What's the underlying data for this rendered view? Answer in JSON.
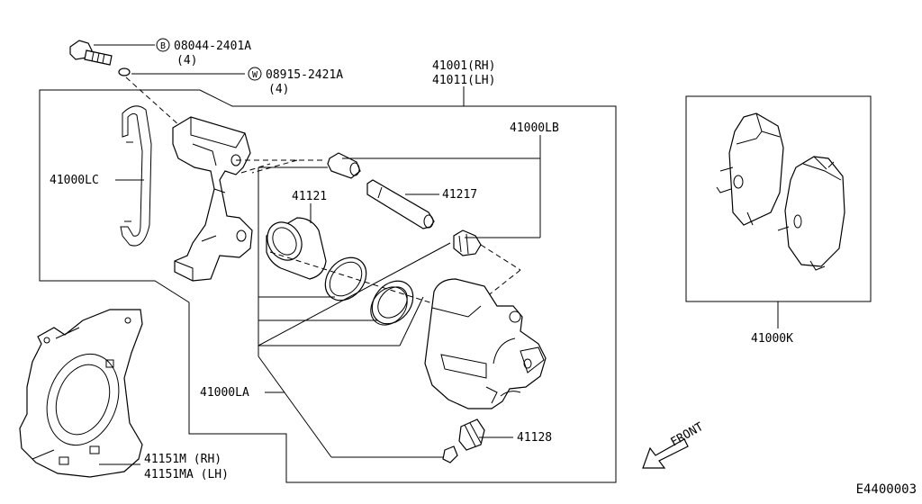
{
  "callouts": {
    "bolt_code": "08044-2401A",
    "bolt_marker": "B",
    "bolt_qty": "(4)",
    "washer_code": "08915-2421A",
    "washer_marker": "W",
    "washer_qty": "(4)",
    "caliper_rh": "41001(RH)",
    "caliper_lh": "41011(LH)",
    "bracket": "41000LC",
    "pin_boot_kit": "41000LB",
    "piston": "41121",
    "guide_pin": "41217",
    "seal_kit": "41000LA",
    "bleeder": "41128",
    "pad_kit": "41000K",
    "plate_rh": "41151M  (RH)",
    "plate_lh": "41151MA (LH)",
    "front": "FRONT",
    "diagram_id": "E4400003"
  }
}
